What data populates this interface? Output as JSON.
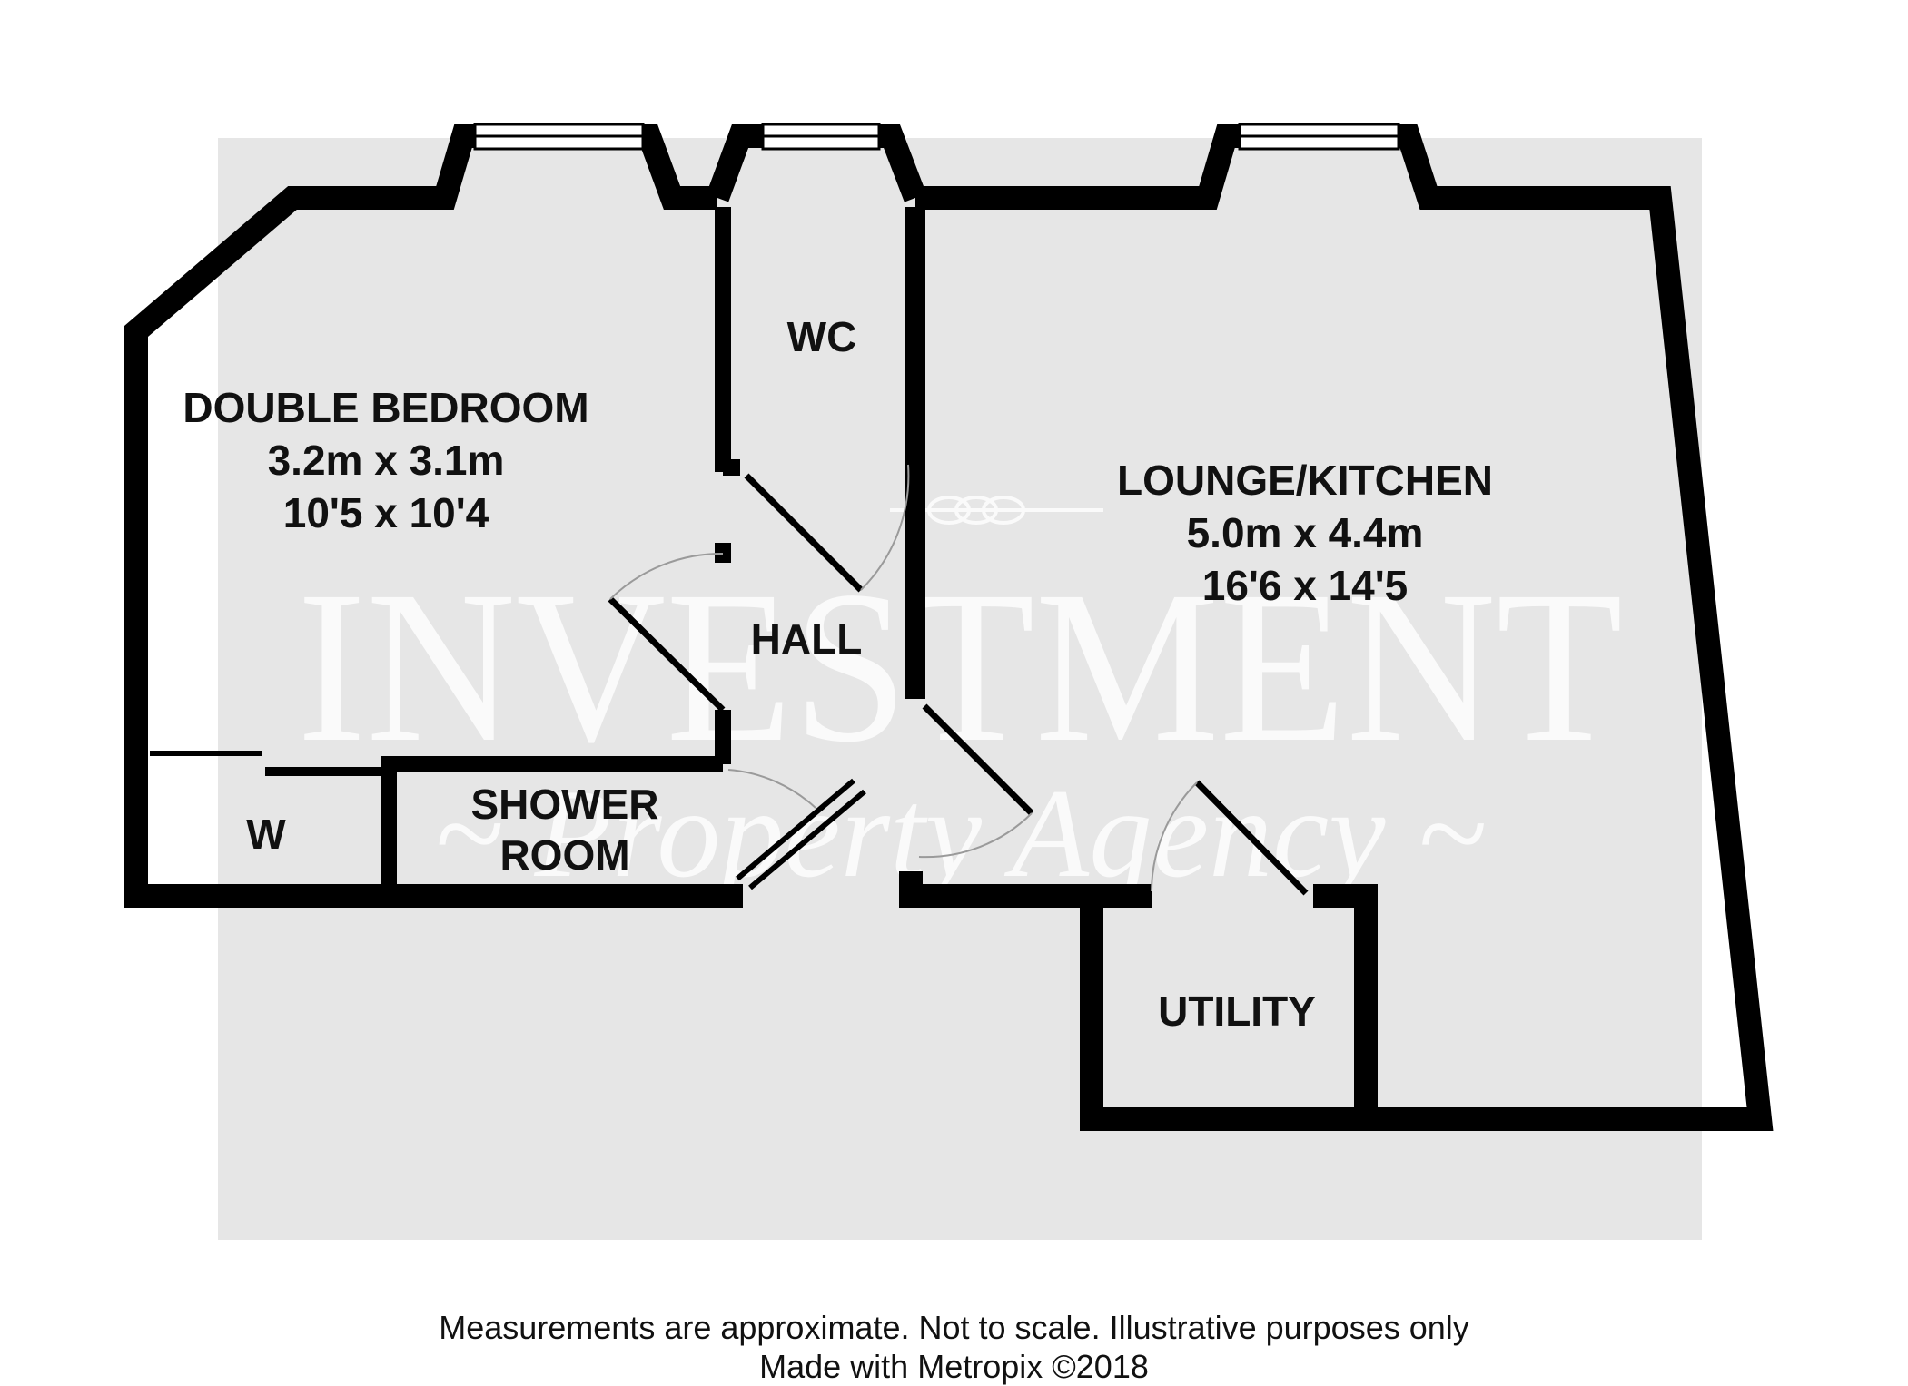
{
  "rooms": {
    "bedroom": {
      "name": "DOUBLE BEDROOM",
      "metric": "3.2m x 3.1m",
      "imperial": "10'5 x 10'4"
    },
    "lounge": {
      "name": "LOUNGE/KITCHEN",
      "metric": "5.0m x 4.4m",
      "imperial": "16'6 x 14'5"
    },
    "wc": {
      "name": "WC"
    },
    "hall": {
      "name": "HALL"
    },
    "shower": {
      "line1": "SHOWER",
      "line2": "ROOM"
    },
    "wardrobe": {
      "name": "W"
    },
    "utility": {
      "name": "UTILITY"
    }
  },
  "watermark": {
    "line1": "INVESTMENT",
    "line2": "~ Property Agency ~"
  },
  "footer": {
    "disclaimer": "Measurements are approximate.  Not to scale.  Illustrative purposes only",
    "credit": "Made with Metropix ©2018"
  },
  "colors": {
    "background": "#e6e6e6",
    "wall": "#000000",
    "watermark": "#ffffff"
  }
}
